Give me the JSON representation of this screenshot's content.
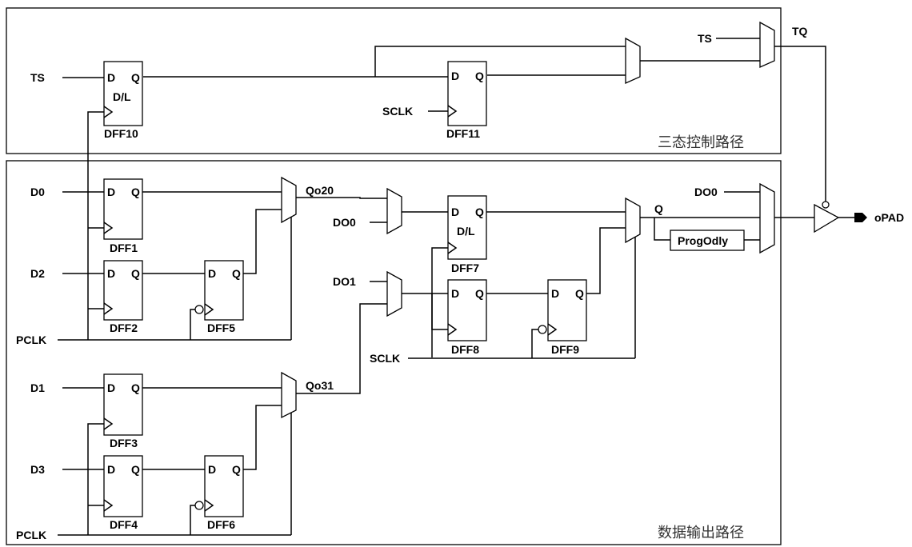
{
  "regions": {
    "tristate": "三态控制路径",
    "data_out": "数据输出路径"
  },
  "signals": {
    "ts_in": "TS",
    "ts_mux": "TS",
    "tq": "TQ",
    "sclk_top": "SCLK",
    "d0": "D0",
    "d2": "D2",
    "pclk1": "PCLK",
    "d1": "D1",
    "d3": "D3",
    "pclk2": "PCLK",
    "qo20": "Qo20",
    "qo31": "Qo31",
    "do0_a": "DO0",
    "do1": "DO1",
    "sclk_mid": "SCLK",
    "q": "Q",
    "do0_b": "DO0",
    "progodly": "ProgOdly",
    "opad": "oPAD"
  },
  "pins": {
    "d": "D",
    "q": "Q",
    "dl": "D/L"
  },
  "ffs": {
    "dff10": "DFF10",
    "dff11": "DFF11",
    "dff1": "DFF1",
    "dff2": "DFF2",
    "dff5": "DFF5",
    "dff3": "DFF3",
    "dff4": "DFF4",
    "dff6": "DFF6",
    "dff7": "DFF7",
    "dff8": "DFF8",
    "dff9": "DFF9"
  }
}
